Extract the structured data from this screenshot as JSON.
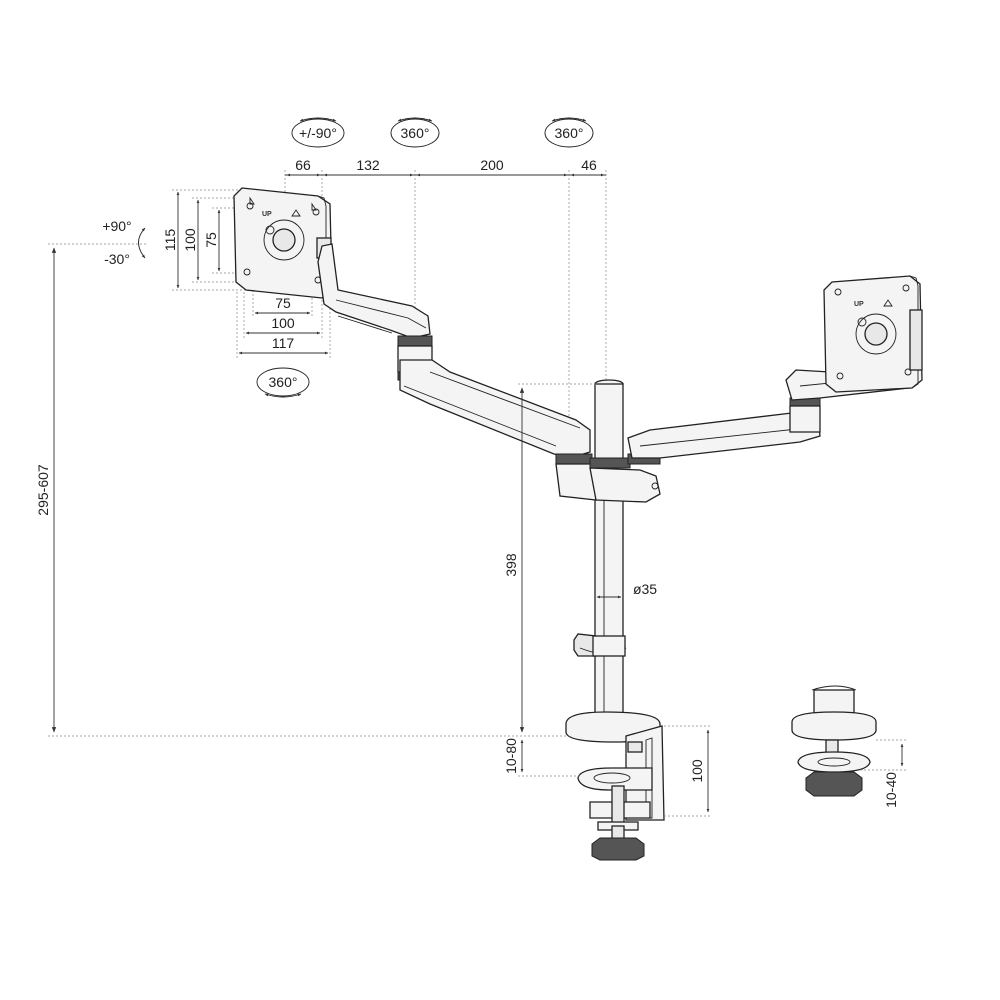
{
  "rotations": {
    "tilt_up": "+90°",
    "tilt_down": "-30°",
    "swivel": "+/-90°",
    "joint_rotation": "360°",
    "pole_rotation": "360°",
    "plate_rotation": "360°"
  },
  "dimensions": {
    "plate_offset": "66",
    "arm_segment_1": "132",
    "arm_segment_2": "200",
    "pole_offset": "46",
    "vesa_height_outer": "115",
    "vesa_height_mid": "100",
    "vesa_height_inner": "75",
    "vesa_width_inner": "75",
    "vesa_width_mid": "100",
    "vesa_width_outer": "117",
    "height_range": "295-607",
    "pole_height": "398",
    "pole_diameter": "ø35",
    "clamp_range": "10-80",
    "clamp_height": "100",
    "alt_clamp_range": "10-40"
  },
  "plate_marking": "UP"
}
